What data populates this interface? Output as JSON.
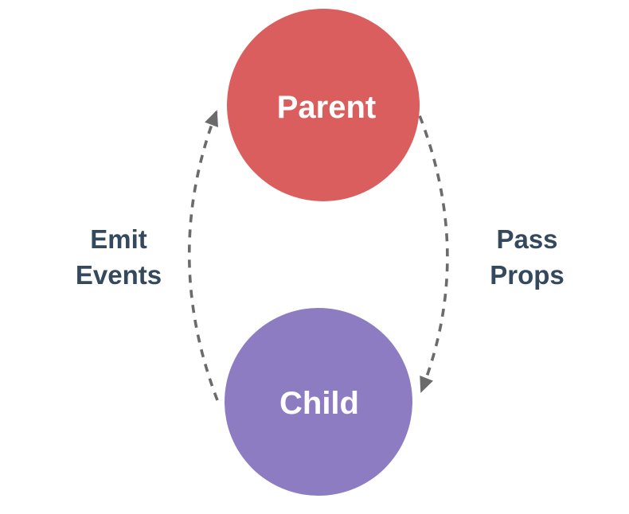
{
  "diagram": {
    "nodes": {
      "parent": {
        "label": "Parent",
        "fill": "#DA5E5E",
        "text_color": "#FFFFFF"
      },
      "child": {
        "label": "Child",
        "fill": "#8E7CC3",
        "text_color": "#FFFFFF"
      }
    },
    "arrows": {
      "emit_events": {
        "label_line1": "Emit",
        "label_line2": "Events",
        "direction": "child-to-parent"
      },
      "pass_props": {
        "label_line1": "Pass",
        "label_line2": "Props",
        "direction": "parent-to-child"
      }
    },
    "colors": {
      "label_text": "#35495E",
      "arrow": "#6B6B6B",
      "background": "#FFFFFF"
    }
  }
}
